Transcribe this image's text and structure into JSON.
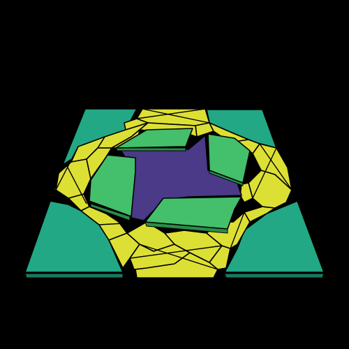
{
  "puzzle": {
    "view": "top-down-perspective",
    "colors": {
      "background": "#000000",
      "center": "#4a3a88",
      "center_side": "#2f2460",
      "edge_piece": "#44bf6b",
      "edge_side": "#2b8c4a",
      "corner_piece": "#22a884",
      "corner_side": "#177a60",
      "ring_piece": "#dde034",
      "ring_side": "#a6a91c",
      "outline": "#000000"
    },
    "counts": {
      "center_pieces": 1,
      "edge_pieces": 4,
      "corner_pieces": 4,
      "ring_pieces": 24
    }
  }
}
